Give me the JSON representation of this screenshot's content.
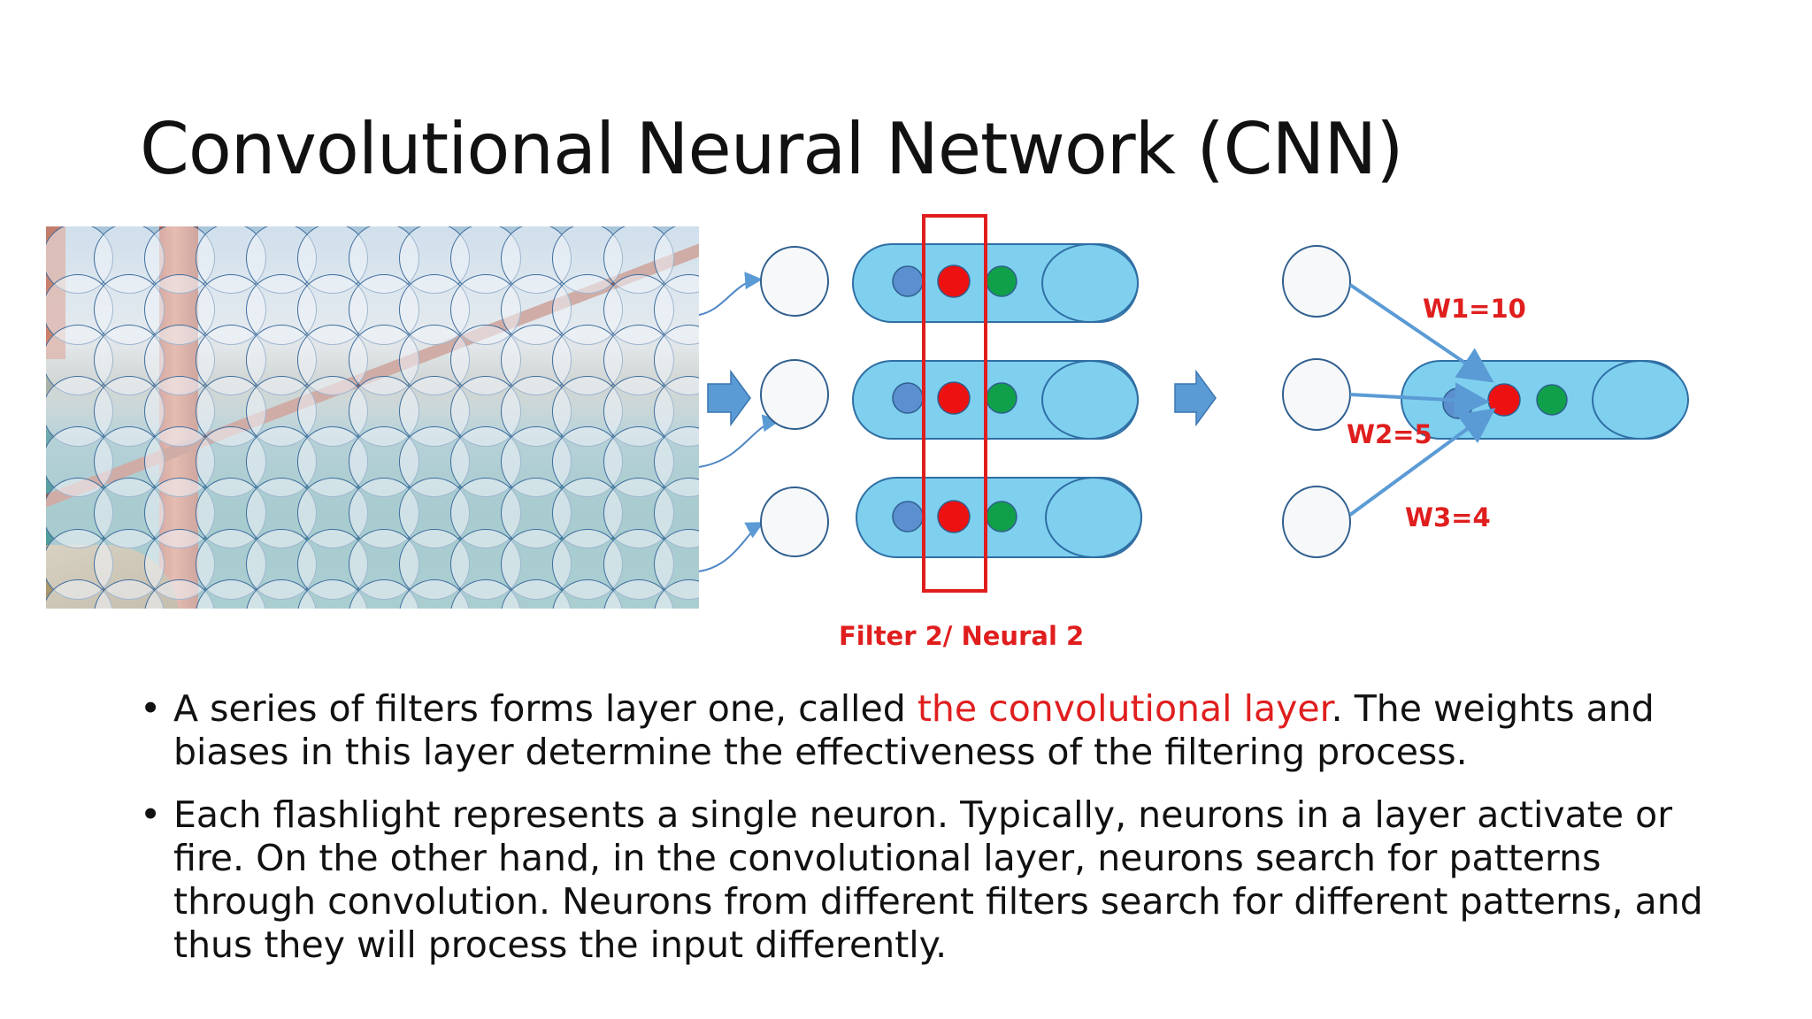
{
  "title": "Convolutional Neural Network (CNN)",
  "diagram": {
    "filter_label": "Filter 2/ Neural 2",
    "weights": [
      "W1=10",
      "W2=5",
      "W3=4"
    ],
    "colors": {
      "tube": "#7fd0ef",
      "tube_stroke": "#2f6fa4",
      "dot_blue": "#5b8fcf",
      "dot_red": "#ee1111",
      "dot_green": "#10a04a",
      "arrow": "#5b9bd5",
      "filter_box": "#e01e1e"
    }
  },
  "bullets": [
    {
      "pre": "A series of filters forms layer one, called ",
      "highlight": "the convolutional layer",
      "post": ". The weights and biases in this layer determine the effectiveness of the filtering process."
    },
    {
      "pre": "Each flashlight represents a single neuron. Typically, neurons in a layer activate or fire. On the other hand, in the convolutional layer, neurons search for patterns through convolution. Neurons from different filters search for different patterns, and thus they will process the input differently.",
      "highlight": "",
      "post": ""
    }
  ],
  "bullet_symbol": "•"
}
